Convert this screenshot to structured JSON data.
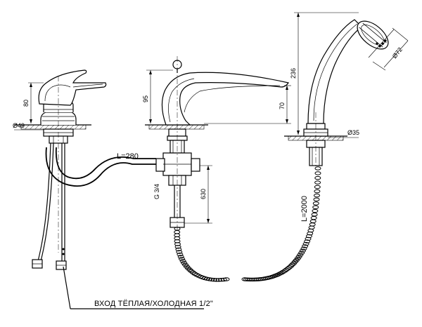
{
  "dimensions": {
    "left_mixer_height": "80",
    "left_mixer_diameter": "Ø49",
    "hose_length_connection": "L=280",
    "spout_height_total": "95",
    "spout_height_outlet": "70",
    "thread_size": "G 3/4",
    "pipe_length": "630",
    "handshower_height": "236",
    "handshower_head_diameter": "Ø72",
    "handshower_base_diameter": "Ø35",
    "shower_hose_length": "L=2000"
  },
  "inlet_label": "ВХОД  ТЁПЛАЯ/ХОЛОДНАЯ    1/2\""
}
